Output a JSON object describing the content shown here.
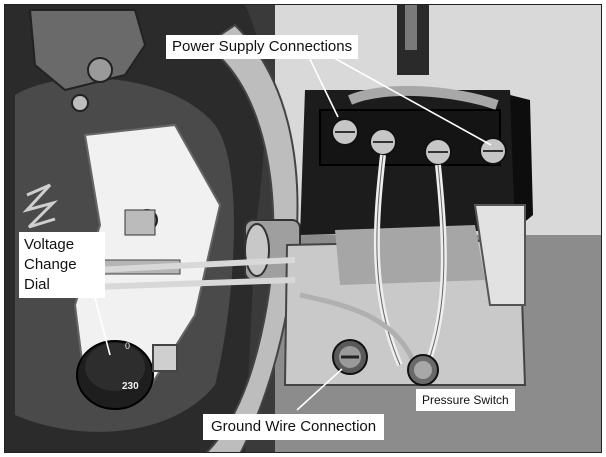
{
  "labels": {
    "power_supply": "Power Supply Connections",
    "voltage_dial_line1": "Voltage",
    "voltage_dial_line2": "Change",
    "voltage_dial_line3": "Dial",
    "ground_wire": "Ground Wire Connection",
    "pressure_switch": "Pressure Switch"
  },
  "dial_markings": {
    "top": "0",
    "bottom": "230"
  },
  "colors": {
    "frame_border": "#222222",
    "label_background": "#ffffff",
    "leader_line": "#ffffff"
  }
}
